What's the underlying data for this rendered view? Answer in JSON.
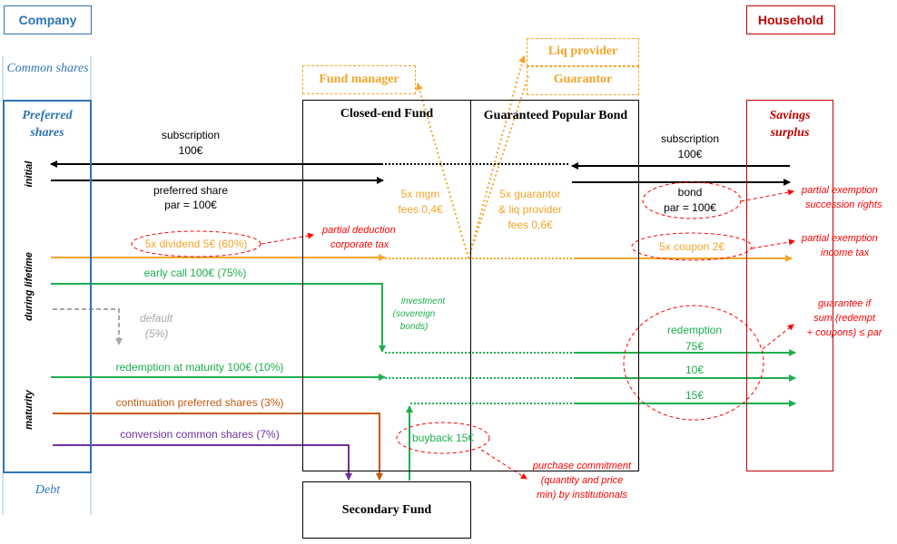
{
  "labels": {
    "company": "Company",
    "household": "Household",
    "common_shares": "Common shares",
    "preferred_shares": "Preferred shares",
    "debt": "Debt",
    "fund_manager": "Fund manager",
    "liq_provider": "Liq provider",
    "guarantor": "Guarantor",
    "closed_end_fund": "Closed-end Fund",
    "guaranteed_popular_bond": "Guaranteed Popular Bond",
    "savings_surplus": "Savings surplus",
    "secondary_fund": "Secondary Fund",
    "phase_initial": "initial",
    "phase_lifetime": "during lifetime",
    "phase_maturity": "maturity"
  },
  "flows": {
    "subscription_left": "subscription",
    "subscription_left_amt": "100€",
    "preferred_share": "preferred share",
    "preferred_share_par": "par = 100€",
    "subscription_right": "subscription",
    "subscription_right_amt": "100€",
    "bond": "bond",
    "bond_par": "par = 100€",
    "mgm_fees_1": "5x mgm",
    "mgm_fees_2": "fees 0,4€",
    "guar_fees_1": "5x guarantor",
    "guar_fees_2": "& liq provider",
    "guar_fees_3": "fees 0,6€",
    "dividend": "5x dividend 5€ (60%)",
    "coupon": "5x coupon 2€",
    "early_call": "early call 100€ (75%)",
    "investment_1": "investment",
    "investment_2": "(sovereign",
    "investment_3": "bonds)",
    "default_1": "default",
    "default_2": "(5%)",
    "redemption": "redemption",
    "red_75": "75€",
    "red_10": "10€",
    "red_15": "15€",
    "redemption_maturity": "redemption at maturity 100€ (10%)",
    "continuation": "continuation preferred shares (3%)",
    "conversion": "conversion common shares (7%)",
    "buyback": "buyback 15€"
  },
  "notes": {
    "partial_deduction_1": "partial deduction",
    "partial_deduction_2": "corporate tax",
    "partial_exemption_succ_1": "partial exemption",
    "partial_exemption_succ_2": "succession rights",
    "partial_exemption_inc_1": "partial exemption",
    "partial_exemption_inc_2": "income tax",
    "guarantee_1": "guarantee if",
    "guarantee_2": "sum (redempt",
    "guarantee_3": "+ coupons) ≤ par",
    "purchase_1": "purchase commitment",
    "purchase_2": "(quantity and price",
    "purchase_3": "min) by institutionals"
  },
  "colors": {
    "blue": "#2E75B6",
    "red": "#C00000",
    "note_red": "#FF0000",
    "orange": "#F5A42A",
    "green": "#1EAE4E",
    "brown": "#C55A11",
    "purple": "#7030A0",
    "grey": "#A6A6A6",
    "black": "#000000"
  }
}
